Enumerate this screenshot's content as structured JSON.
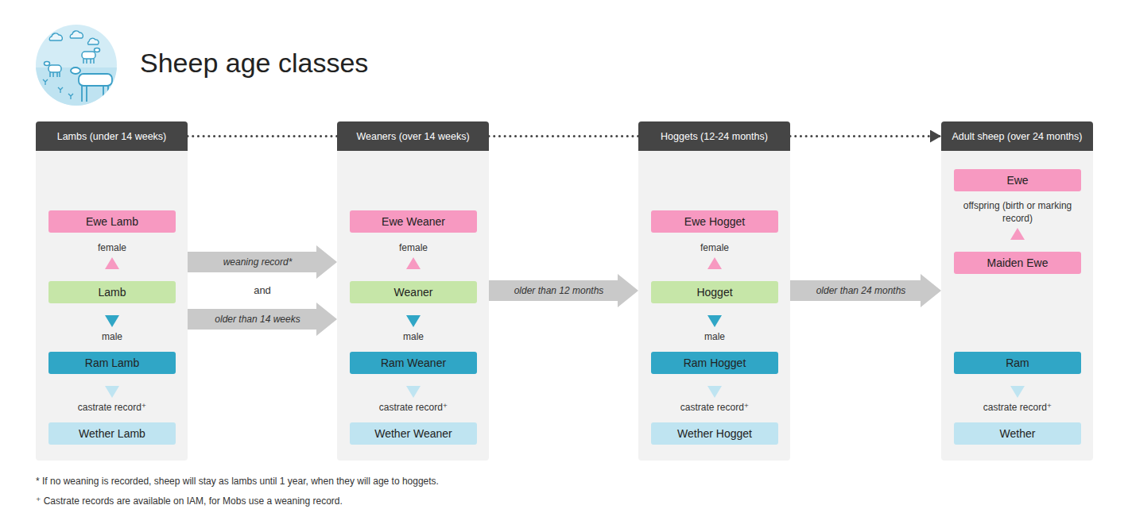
{
  "diagram": {
    "title": "Sheep age classes",
    "nodes": [
      {
        "text": [
          "Lambs (under 14 weeks)"
        ]
      },
      {
        "text": [
          "Ewe Lamb"
        ],
        "in": 0
      },
      {
        "text": [
          "Lamb"
        ],
        "in": 0
      },
      {
        "text": [
          "Ram Lamb"
        ],
        "in": 0
      },
      {
        "text": [
          "Wether Lamb"
        ],
        "in": 0
      },
      {
        "text": [
          "Weaners (over 14 weeks)"
        ]
      },
      {
        "text": [
          "Ewe Weaner"
        ],
        "in": 5
      },
      {
        "text": [
          "Weaner"
        ],
        "in": 5
      },
      {
        "text": [
          "Ram Weaner"
        ],
        "in": 5
      },
      {
        "text": [
          "Wether Weaner"
        ],
        "in": 5
      },
      {
        "text": [
          "Hoggets (12-24 months)"
        ]
      },
      {
        "text": [
          "Ewe Hogget"
        ],
        "in": 10
      },
      {
        "text": [
          "Hogget"
        ],
        "in": 10
      },
      {
        "text": [
          "Ram Hogget"
        ],
        "in": 10
      },
      {
        "text": [
          "Wether Hogget"
        ],
        "in": 10
      },
      {
        "text": [
          "Adult sheep (over 24 months)"
        ]
      },
      {
        "text": [
          "Ewe"
        ],
        "in": 15
      },
      {
        "text": [
          "Maiden Ewe"
        ],
        "in": 15
      },
      {
        "text": [
          "Ram"
        ],
        "in": 15
      },
      {
        "text": [
          "Wether"
        ],
        "in": 15
      }
    ],
    "edges": [
      {
        "from": 0,
        "to": 5,
        "arrow": "none"
      },
      {
        "from": 5,
        "to": 10,
        "arrow": "none"
      },
      {
        "from": 10,
        "to": 15,
        "arrow": "to"
      },
      {
        "from": 0,
        "to": 5,
        "label": "weaning record*",
        "arrow": "to"
      },
      {
        "from": 0,
        "to": 5,
        "label": "older than 14 weeks",
        "arrow": "to"
      },
      {
        "from": 5,
        "to": 10,
        "label": "older than 12 months",
        "arrow": "to"
      },
      {
        "from": 10,
        "to": 15,
        "label": "older than 24 months",
        "arrow": "to"
      },
      {
        "from": 2,
        "to": 1,
        "label": "female",
        "arrow": "to"
      },
      {
        "from": 2,
        "to": 3,
        "label": "male",
        "arrow": "to"
      },
      {
        "from": 3,
        "to": 4,
        "label": "castrate record⁺",
        "arrow": "to"
      },
      {
        "from": 7,
        "to": 6,
        "label": "female",
        "arrow": "to"
      },
      {
        "from": 7,
        "to": 8,
        "label": "male",
        "arrow": "to"
      },
      {
        "from": 8,
        "to": 9,
        "label": "castrate record⁺",
        "arrow": "to"
      },
      {
        "from": 12,
        "to": 11,
        "label": "female",
        "arrow": "to"
      },
      {
        "from": 12,
        "to": 13,
        "label": "male",
        "arrow": "to"
      },
      {
        "from": 13,
        "to": 14,
        "label": "castrate record⁺",
        "arrow": "to"
      },
      {
        "from": 17,
        "to": 16,
        "label": "offspring (birth or marking record)",
        "arrow": "to"
      },
      {
        "from": 18,
        "to": 19,
        "label": "castrate record⁺",
        "arrow": "to"
      }
    ],
    "labels": [
      "and",
      "* If no weaning is recorded, sheep will stay as lambs until 1 year, when they will age to hoggets.",
      "⁺ Castrate records are available on IAM, for Mobs use a weaning record."
    ]
  }
}
